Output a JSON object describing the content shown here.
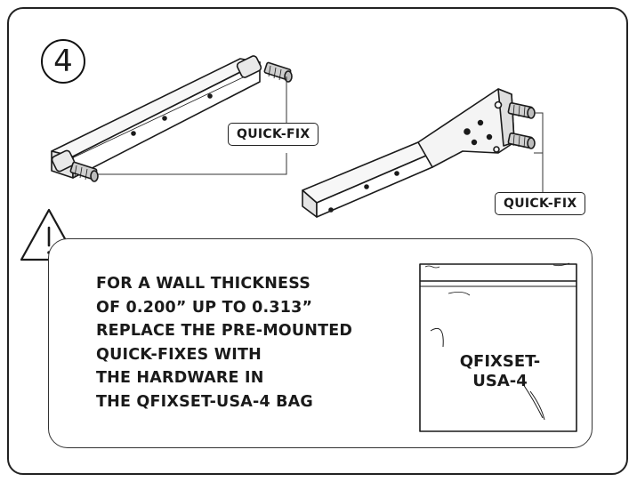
{
  "step": {
    "number": "4"
  },
  "labels": {
    "quick_fix_left": "QUICK-FIX",
    "quick_fix_right": "QUICK-FIX"
  },
  "warning": {
    "icon": "warning-triangle-icon",
    "lines": [
      "FOR A WALL THICKNESS",
      "OF 0.200” UP TO 0.313”",
      "REPLACE THE PRE-MOUNTED",
      "QUICK-FIXES WITH",
      "THE HARDWARE IN",
      "THE QFIXSET-USA-4 BAG"
    ]
  },
  "bag": {
    "label_line1": "QFIXSET-",
    "label_line2": "USA-4"
  },
  "colors": {
    "ink": "#1a1a1a",
    "shade": "#d9d9d9",
    "paper": "#ffffff"
  }
}
